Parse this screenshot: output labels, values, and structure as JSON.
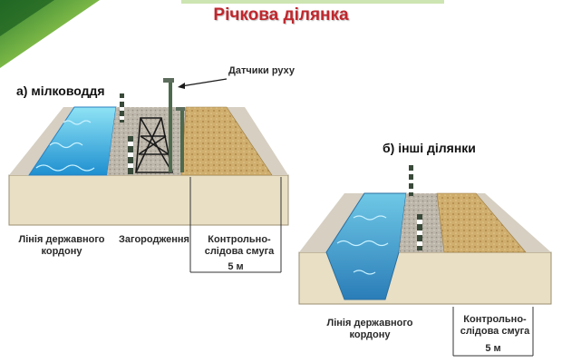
{
  "title": "Річкова ділянка",
  "diagram_a": {
    "section_label": "а) мілководдя",
    "sensors_label": "Датчики руху",
    "border_line_label": "Лінія державного кордону",
    "fence_label": "Загородження",
    "control_strip_label": "Контрольно-слідова смуга",
    "width_label": "5 м"
  },
  "diagram_b": {
    "section_label": "б) інші ділянки",
    "border_line_label": "Лінія державного кордону",
    "control_strip_label": "Контрольно-слідова смуга",
    "width_label": "5 м"
  },
  "colors": {
    "title": "#c0272d",
    "ground": "#e8dcc0",
    "water": "#4fc3e8",
    "gravel": "#b9b2a6",
    "sand_strip": "#c9a86a"
  }
}
